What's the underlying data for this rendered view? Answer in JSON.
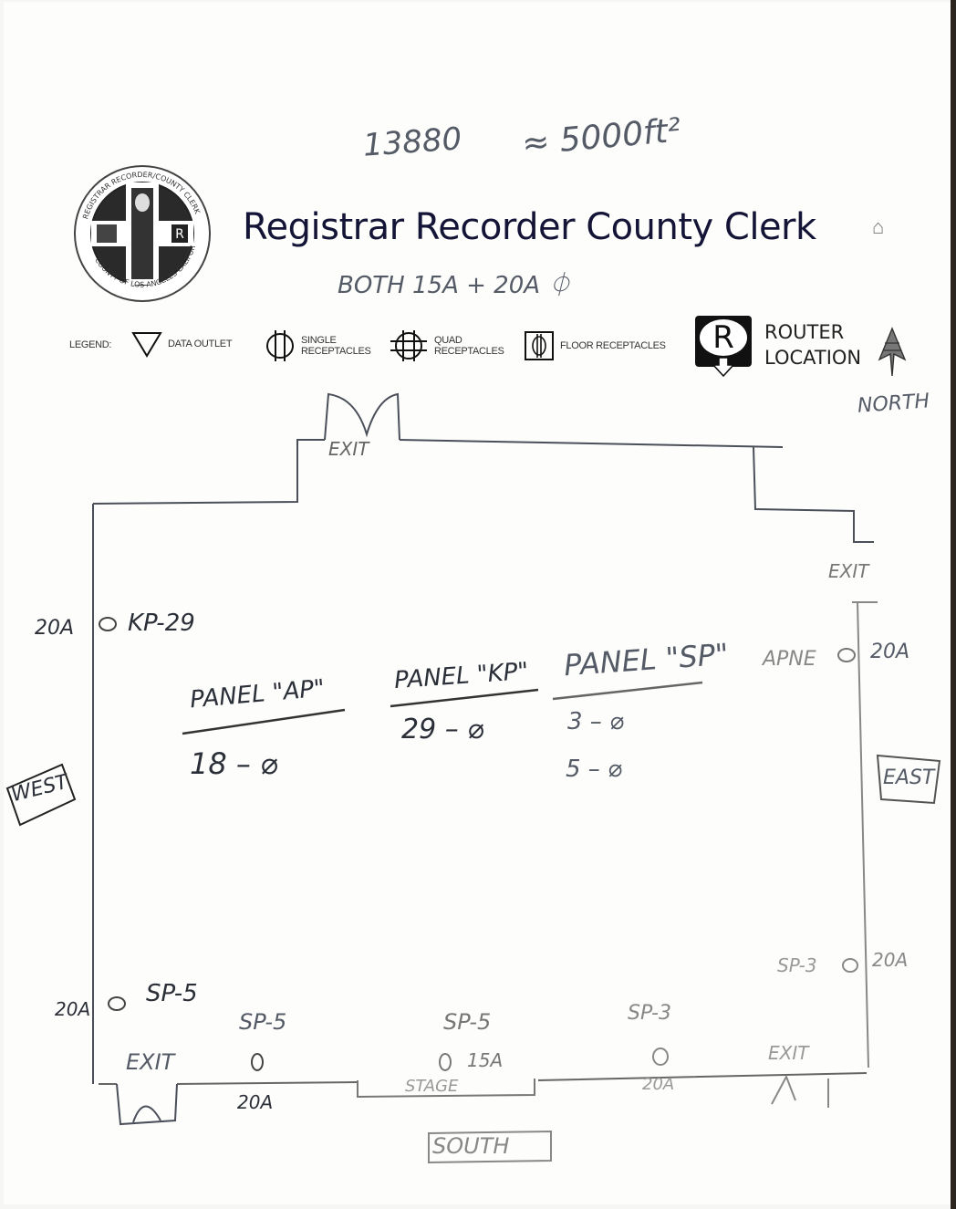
{
  "header": {
    "title": "Registrar Recorder County Clerk",
    "home_icon": "home-icon",
    "seal": {
      "top_text": "REGISTRAR RECORDER/COUNTY CLERK",
      "bottom_text": "COUNTY OF LOS ANGELES CALIFORNIA"
    }
  },
  "annotations": {
    "address_number": "13880",
    "area": "≈ 5000ft²",
    "circuits_note": "BOTH 15A + 20A ⏀"
  },
  "legend": {
    "label": "LEGEND:",
    "items": [
      {
        "icon": "data-outlet-icon",
        "label": "DATA OUTLET"
      },
      {
        "icon": "single-receptacle-icon",
        "label": "SINGLE RECEPTACLES"
      },
      {
        "icon": "quad-receptacle-icon",
        "label": "QUAD RECEPTACLES"
      },
      {
        "icon": "floor-receptacle-icon",
        "label": "FLOOR RECEPTACLES"
      },
      {
        "icon": "router-icon",
        "label_line1": "ROUTER",
        "label_line2": "LOCATION",
        "glyph": "R"
      }
    ],
    "north_arrow": {
      "icon": "north-arrow-icon",
      "label": "NORTH"
    }
  },
  "floor_plan": {
    "exits": [
      "EXIT",
      "EXIT",
      "EXIT",
      "EXIT"
    ],
    "directions": {
      "west": "WEST",
      "east": "EAST",
      "south": "SOUTH"
    },
    "stage_label": "STAGE",
    "panels": [
      {
        "name": "PANEL \"AP\"",
        "circuits": [
          "18 – ⌀"
        ]
      },
      {
        "name": "PANEL \"KP\"",
        "circuits": [
          "29 – ⌀"
        ]
      },
      {
        "name": "PANEL \"SP\"",
        "circuits": [
          "3 – ⌀",
          "5 – ⌀"
        ]
      }
    ],
    "outlets": [
      {
        "amps": "20A",
        "circuit": "KP-29"
      },
      {
        "amps": "20A",
        "circuit": "APNE"
      },
      {
        "amps": "20A",
        "circuit": "SP-3"
      },
      {
        "amps": "20A",
        "circuit": "SP-5"
      },
      {
        "amps": "20A",
        "circuit": "SP-5"
      },
      {
        "amps": "15A",
        "circuit": "SP-5"
      },
      {
        "amps": "20A",
        "circuit": "SP-3"
      }
    ]
  }
}
